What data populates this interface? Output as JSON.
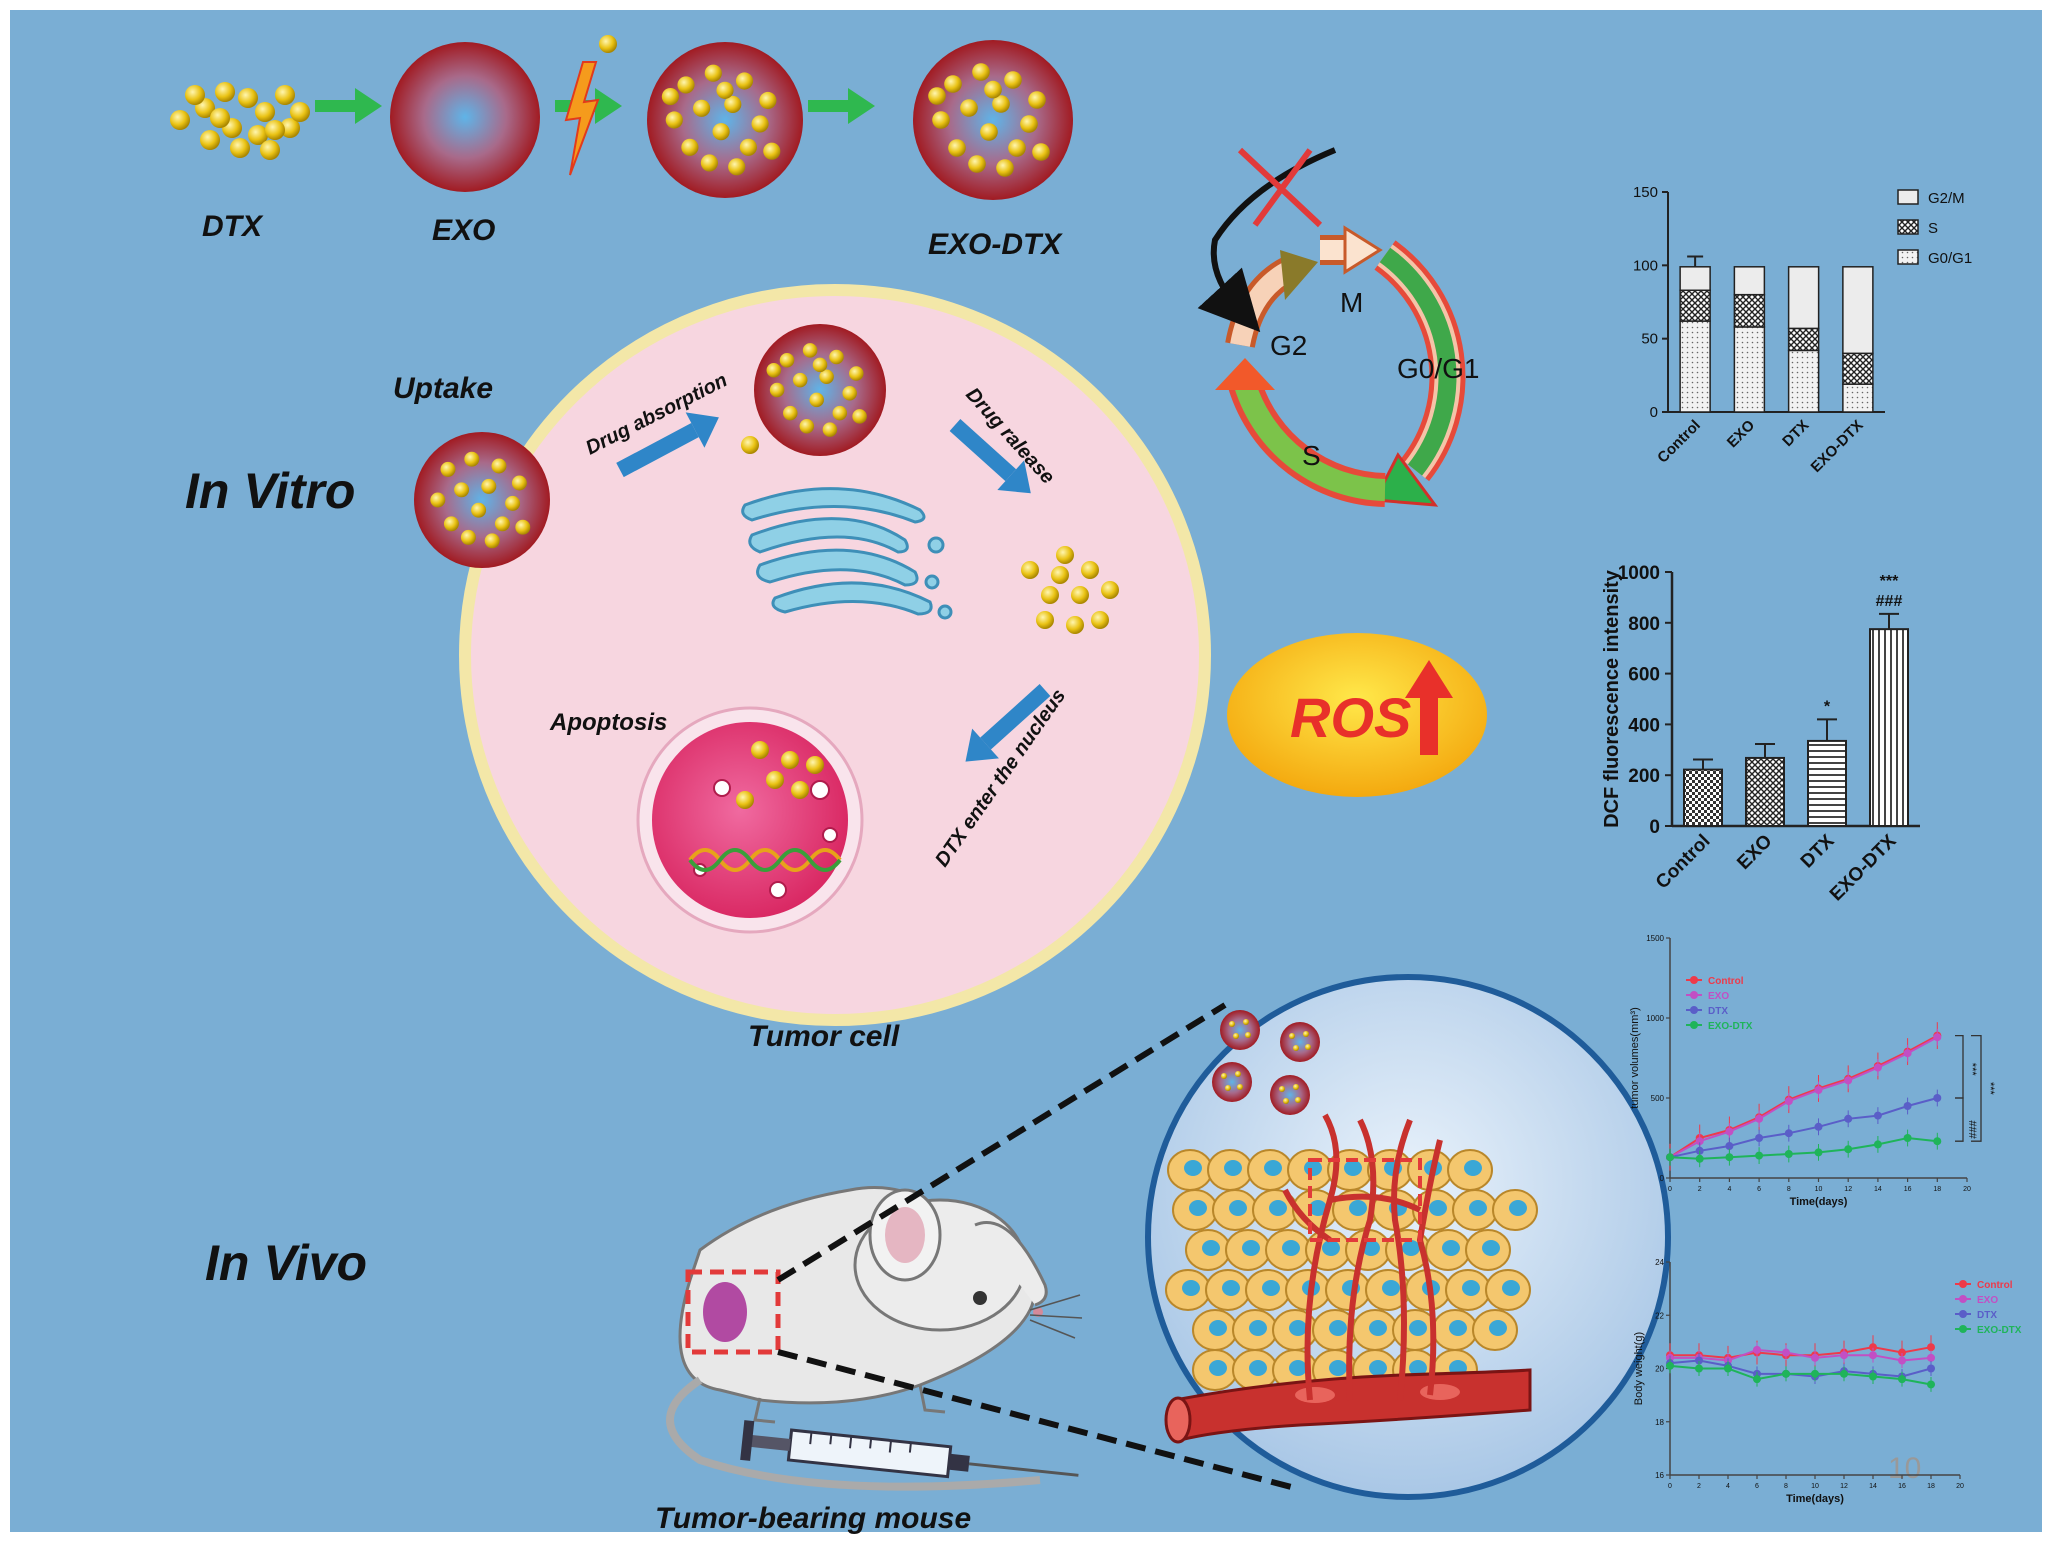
{
  "colors": {
    "background": "#7aaed4",
    "cell": "#f7d6e0",
    "cell_border": "#f3e7a8",
    "exo": "#b4262c",
    "drug": "#e8c313",
    "arrow_green": "#2fb84f",
    "arrow_blue": "#2f86c8"
  },
  "labels": {
    "dtx": "DTX",
    "exo": "EXO",
    "exo_dtx": "EXO-DTX",
    "uptake": "Uptake",
    "in_vitro": "In Vitro",
    "in_vivo": "In Vivo",
    "drug_absorption": "Drug absorption",
    "drug_release": "Drug ralease",
    "apoptosis": "Apoptosis",
    "dtx_nucleus": "DTX enter the nucleus",
    "tumor_cell": "Tumor cell",
    "tumor_mouse": "Tumor-bearing mouse",
    "ros": "ROS",
    "page_number": "10"
  },
  "cell_cycle": {
    "g2": "G2",
    "m": "M",
    "g0g1": "G0/G1",
    "s": "S"
  },
  "chart_data": [
    {
      "type": "bar",
      "stacked": true,
      "categories": [
        "Control",
        "EXO",
        "DTX",
        "EXO-DTX"
      ],
      "ylim": [
        0,
        150
      ],
      "yticks": [
        "0",
        "50",
        "100",
        "150"
      ],
      "series": [
        {
          "name": "G0/G1",
          "values": [
            62,
            58,
            42,
            19
          ]
        },
        {
          "name": "S",
          "values": [
            21,
            22,
            15,
            21
          ]
        },
        {
          "name": "G2/M",
          "values": [
            16,
            19,
            42,
            59
          ]
        }
      ],
      "legend": "right"
    },
    {
      "type": "bar",
      "categories": [
        "Control",
        "EXO",
        "DTX",
        "EXO-DTX"
      ],
      "values": [
        222,
        268,
        335,
        775
      ],
      "errors": [
        40,
        55,
        85,
        60
      ],
      "annotations": [
        "",
        "",
        "*",
        "***\n###"
      ],
      "ylabel": "DCF fluorescence intensity",
      "ylim": [
        0,
        1000
      ],
      "yticks": [
        "0",
        "200",
        "400",
        "600",
        "800",
        "1000"
      ]
    },
    {
      "type": "line",
      "x": [
        0,
        2,
        4,
        6,
        8,
        10,
        12,
        14,
        16,
        18
      ],
      "xlim": [
        0,
        20
      ],
      "xticks": [
        "0",
        "2",
        "4",
        "6",
        "8",
        "10",
        "12",
        "14",
        "16",
        "18",
        "20"
      ],
      "ylim": [
        0,
        1500
      ],
      "yticks": [
        "0",
        "500",
        "1000",
        "1500"
      ],
      "xlabel": "Time(days)",
      "ylabel": "tumor volumes(mm³)",
      "series": [
        {
          "name": "Control",
          "values": [
            130,
            250,
            300,
            380,
            490,
            560,
            620,
            700,
            790,
            890
          ]
        },
        {
          "name": "EXO",
          "values": [
            130,
            230,
            290,
            370,
            480,
            550,
            610,
            690,
            780,
            880
          ]
        },
        {
          "name": "DTX",
          "values": [
            130,
            170,
            200,
            250,
            280,
            320,
            370,
            390,
            450,
            500
          ]
        },
        {
          "name": "EXO-DTX",
          "values": [
            130,
            120,
            130,
            140,
            150,
            160,
            180,
            210,
            250,
            230
          ]
        }
      ],
      "brackets": [
        "***",
        "***",
        "###"
      ]
    },
    {
      "type": "line",
      "x": [
        0,
        2,
        4,
        6,
        8,
        10,
        12,
        14,
        16,
        18
      ],
      "xlim": [
        0,
        20
      ],
      "xticks": [
        "0",
        "2",
        "4",
        "6",
        "8",
        "10",
        "12",
        "14",
        "16",
        "18",
        "20"
      ],
      "ylim": [
        16,
        24
      ],
      "yticks": [
        "16",
        "18",
        "20",
        "22",
        "24"
      ],
      "xlabel": "Time(days)",
      "ylabel": "Body weight(g)",
      "series": [
        {
          "name": "Control",
          "values": [
            20.5,
            20.5,
            20.4,
            20.6,
            20.5,
            20.5,
            20.6,
            20.8,
            20.6,
            20.8
          ]
        },
        {
          "name": "EXO",
          "values": [
            20.4,
            20.4,
            20.3,
            20.7,
            20.6,
            20.4,
            20.5,
            20.5,
            20.3,
            20.4
          ]
        },
        {
          "name": "DTX",
          "values": [
            20.2,
            20.3,
            20.1,
            19.8,
            19.8,
            19.7,
            19.9,
            19.8,
            19.7,
            20.0
          ]
        },
        {
          "name": "EXO-DTX",
          "values": [
            20.1,
            20.0,
            20.0,
            19.6,
            19.8,
            19.8,
            19.8,
            19.7,
            19.6,
            19.4
          ]
        }
      ]
    }
  ]
}
